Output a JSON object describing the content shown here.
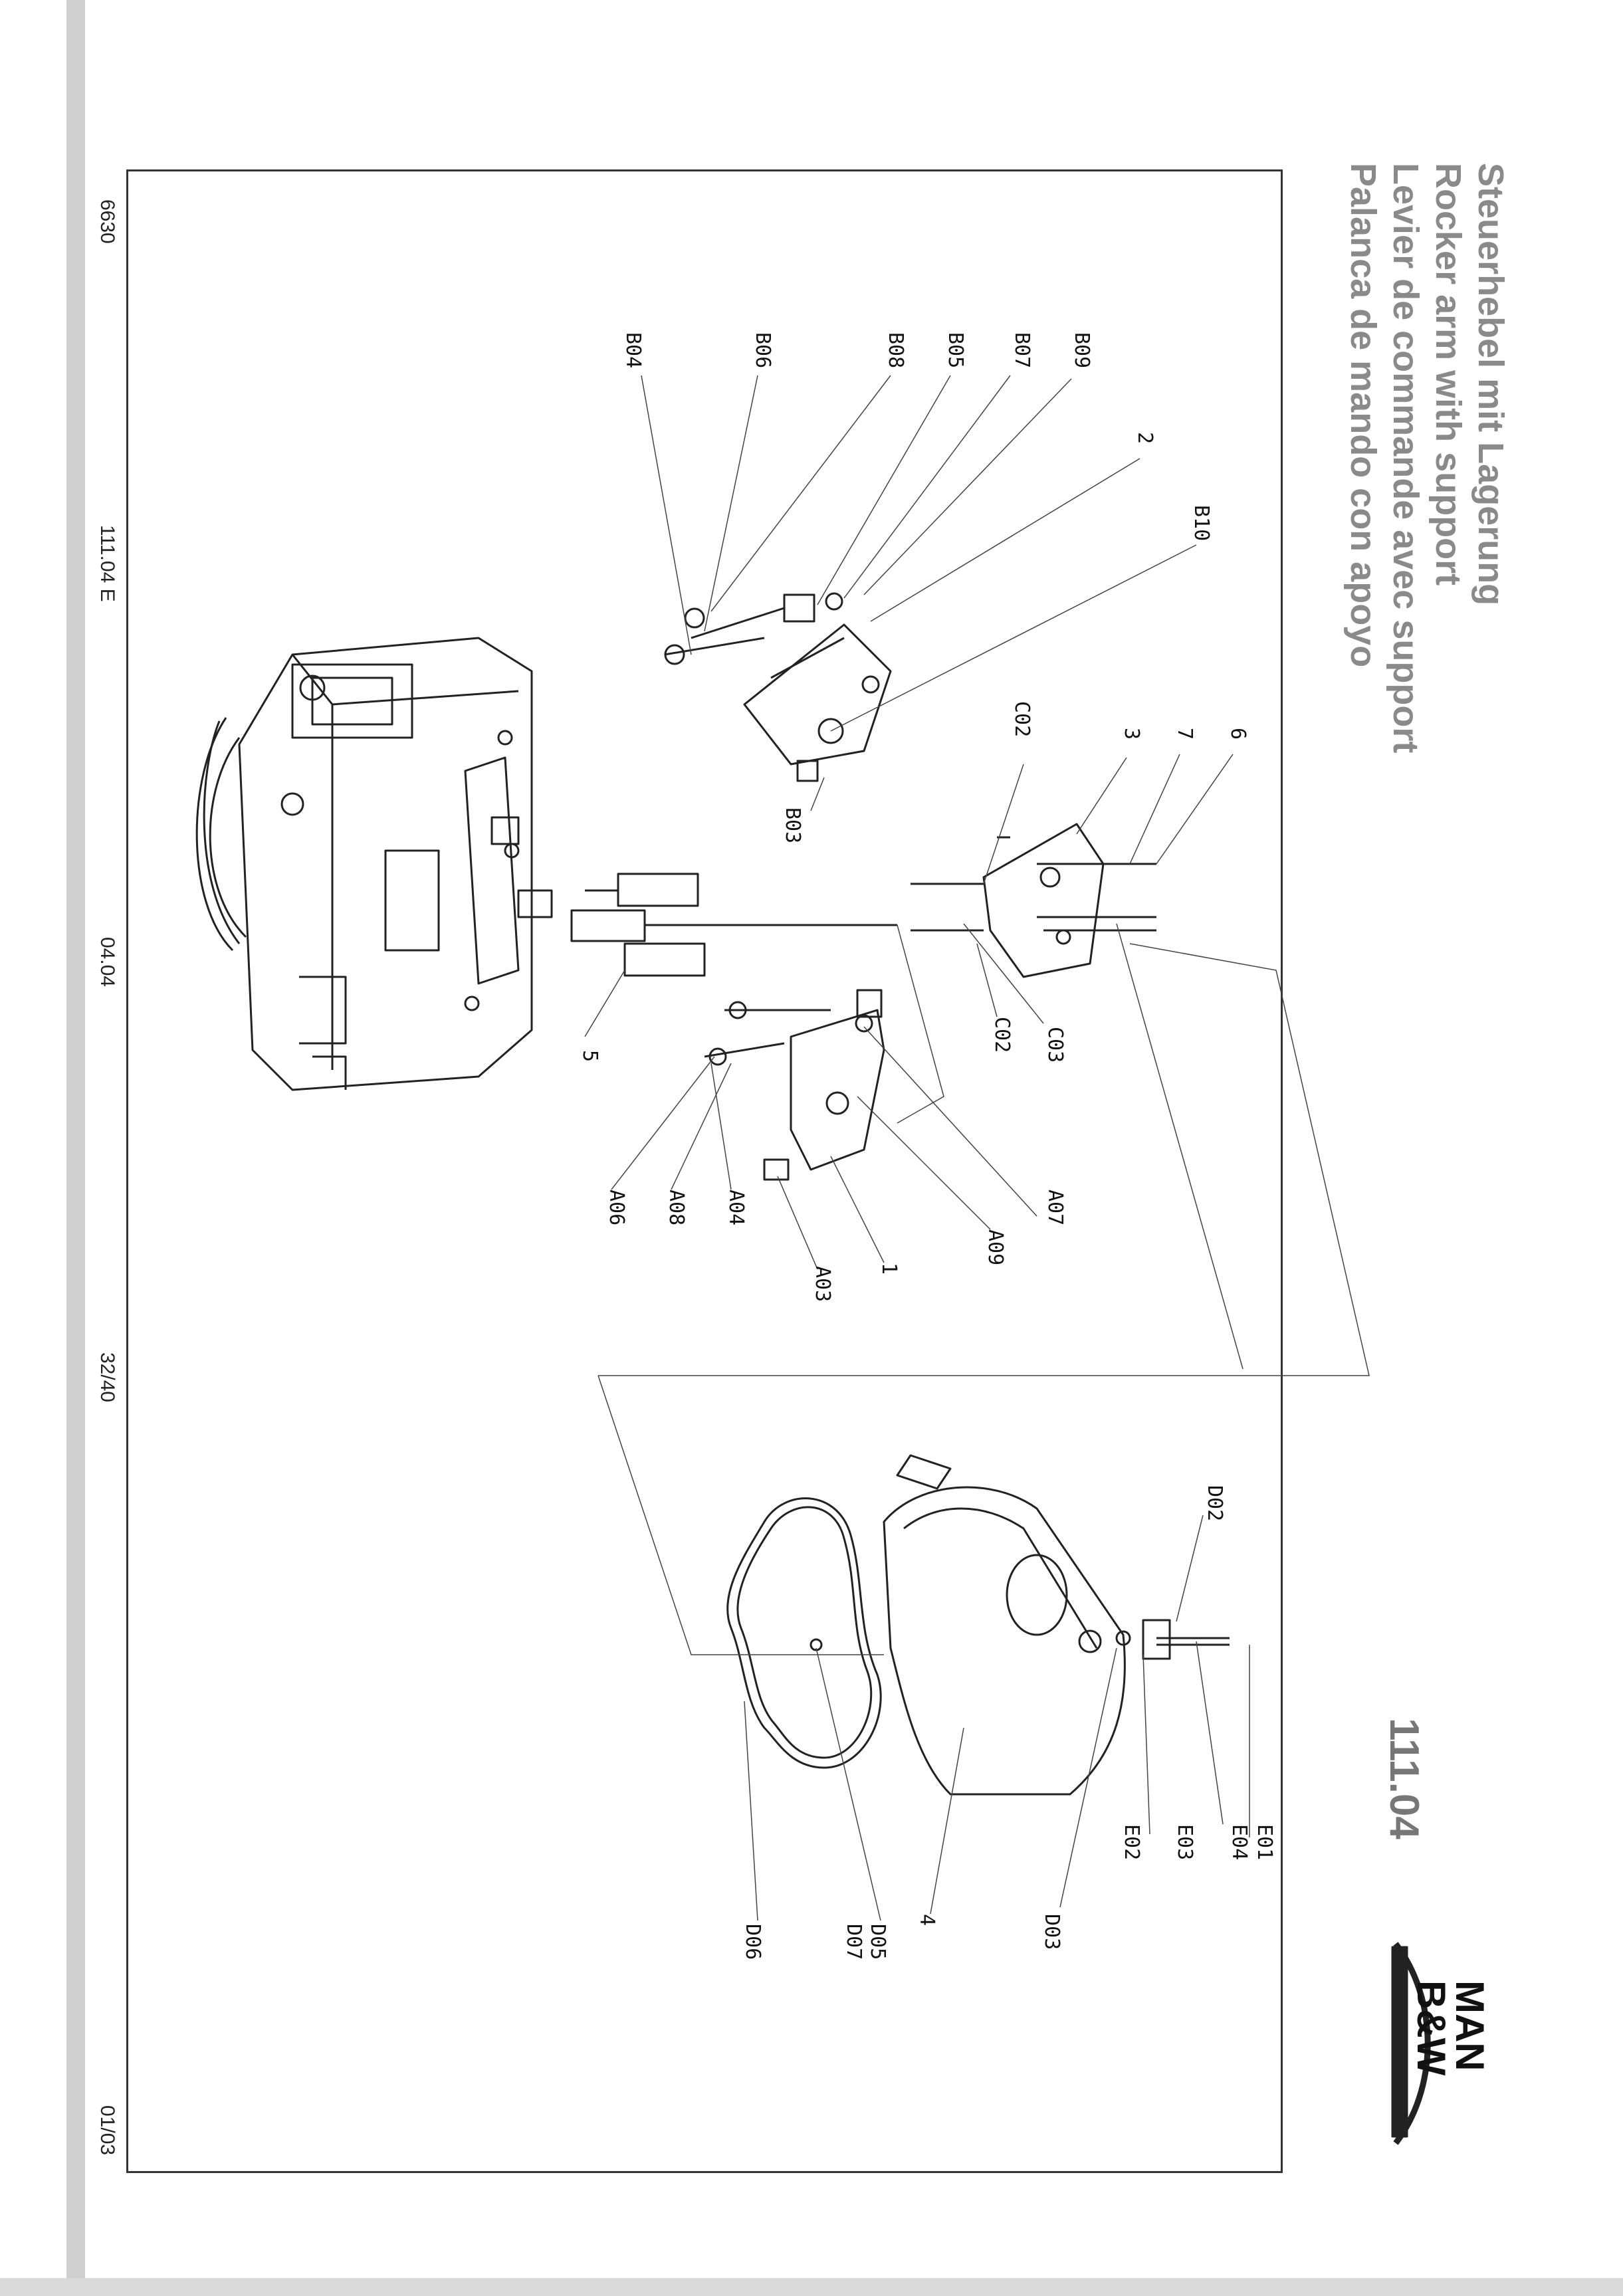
{
  "title_lines": [
    "Steuerhebel mit Lagerung",
    "Rocker arm with support",
    "Levier de commande avec support",
    "Palanca de mando con apoyo"
  ],
  "section_number": "111.04",
  "logo": {
    "line1": "MAN",
    "line2": "B&W"
  },
  "footer": {
    "left": "6630",
    "group": "111.04 E",
    "edition": "04.04",
    "engine": "32/40",
    "page": "01/03"
  },
  "part_labels": {
    "B09": "B09",
    "B07": "B07",
    "B05": "B05",
    "B08": "B08",
    "B06": "B06",
    "B04": "B04",
    "p2": "2",
    "B10": "B10",
    "C02a": "C02",
    "B03": "B03",
    "p3": "3",
    "p7": "7",
    "p6": "6",
    "C03": "C03",
    "C02b": "C02",
    "p5": "5",
    "A07": "A07",
    "A09": "A09",
    "p1": "1",
    "A03": "A03",
    "A04": "A04",
    "A08": "A08",
    "A06": "A06",
    "D02": "D02",
    "E01": "E01",
    "E04": "E04",
    "E03": "E03",
    "E02": "E02",
    "D03": "D03",
    "p4": "4",
    "D05": "D05",
    "D07": "D07",
    "D06": "D06"
  }
}
